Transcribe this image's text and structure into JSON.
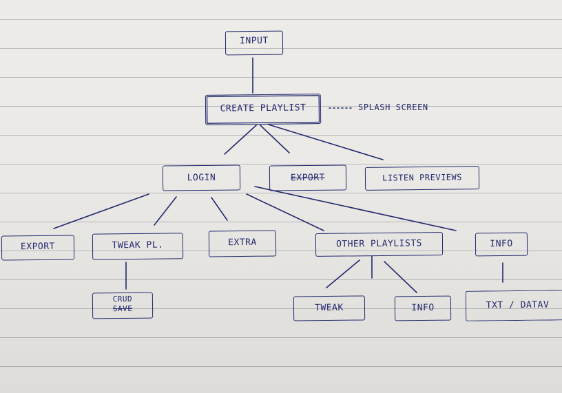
{
  "nodes": {
    "input": "INPUT",
    "create_playlist": "CREATE PLAYLIST",
    "splash_note": "SPLASH SCREEN",
    "login": "LOGIN",
    "export_top": "EXPORT",
    "listen_previews": "LISTEN PREVIEWS",
    "export_bottom": "EXPORT",
    "tweak_pl": "TWEAK PL.",
    "extra": "EXTRA",
    "other_playlists": "OTHER PLAYLISTS",
    "info_right": "INFO",
    "save": "SAVE",
    "save_overwrite": "CRUD",
    "tweak": "TWEAK",
    "info": "INFO",
    "txt_data": "TXT / DATAV"
  },
  "colors": {
    "ink": "#22286e",
    "paper": "#eceae6",
    "rule_line": "#b7b8bb"
  }
}
